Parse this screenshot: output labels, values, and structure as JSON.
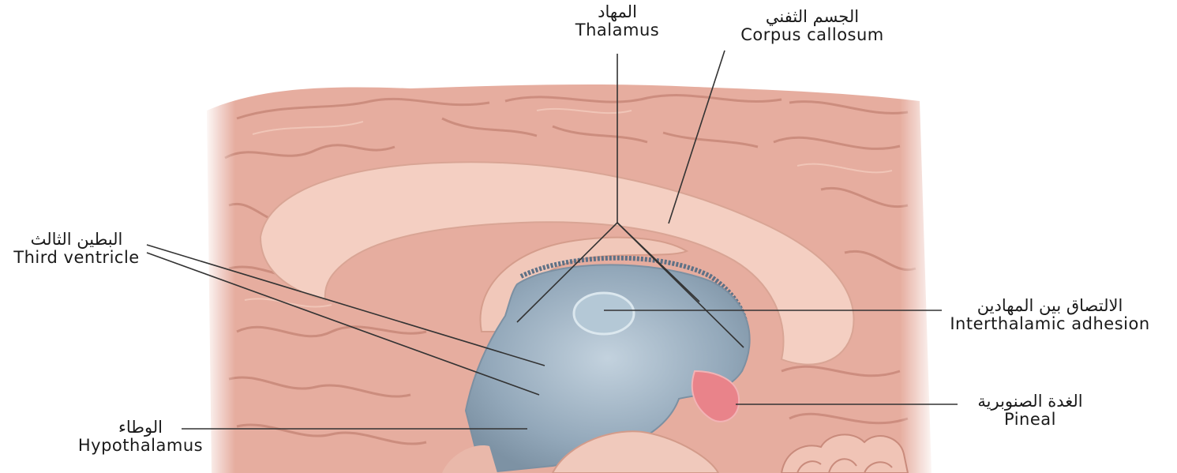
{
  "labels": {
    "thalamus": {
      "arabic": "المهاد",
      "english": "Thalamus"
    },
    "corpus_callosum": {
      "arabic": "الجسم الثفني",
      "english": "Corpus callosum"
    },
    "third_ventricle": {
      "arabic": "البطين الثالث",
      "english": "Third ventricle"
    },
    "interthalamic_adhesion": {
      "arabic": "الالتصاق بين المهادين",
      "english": "Interthalamic adhesion"
    },
    "pineal": {
      "arabic": "الغدة الصنوبرية",
      "english": "Pineal"
    },
    "hypothalamus": {
      "arabic": "الوطاء",
      "english": "Hypothalamus"
    }
  },
  "colors": {
    "cortex": "#e8b2a4",
    "cortex_dark": "#c98b7c",
    "corpus_callosum": "#f6d2c6",
    "ventricle": "#8fa3b4",
    "ventricle_light": "#b9cad6",
    "pineal": "#e9838a",
    "leader_line": "#333333"
  }
}
